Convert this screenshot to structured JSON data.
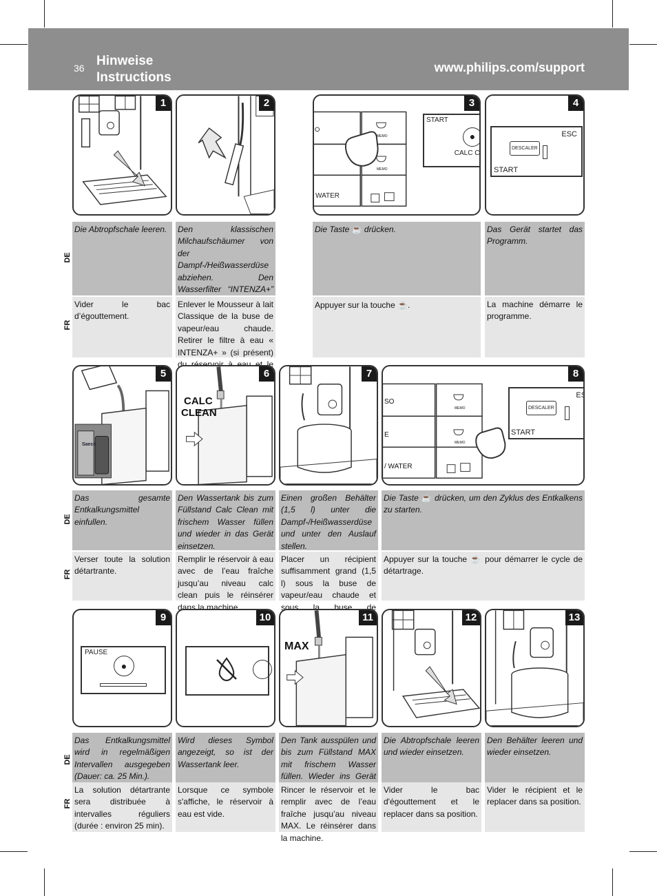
{
  "header": {
    "page_number": "36",
    "title_line1": "Hinweise",
    "title_line2": "Instructions",
    "url": "www.philips.com/support"
  },
  "languages": {
    "de": "DE",
    "fr": "FR"
  },
  "steps": {
    "s1": {
      "num": "1",
      "de": "Die Abtropfschale leeren.",
      "fr": "Vider le bac d’égouttement."
    },
    "s2": {
      "num": "2",
      "de": "Den klassischen Milchaufschäumer von der Dampf-/Heißwasserdüse abziehen. Den Wasserfilter “INTENZA+” (soweit vorhanden) aus dem Wassertank herausziehen und durch den kleinen weißen Original-Filter ersetzen.",
      "fr": "Enlever le Mousseur à lait Classique de la buse de vapeur/eau chaude. Retirer le filtre à eau « INTENZA+ » (si présent) du réservoir à eau et le remplacer avec le petit filtre blanc d'origine."
    },
    "s3": {
      "num": "3",
      "de_pre": "Die Taste",
      "de_post": "drücken.",
      "fr_pre": "Appuyer sur la touche",
      "fr_post": ".",
      "screen_start": "START",
      "screen_calc": "CALC CL",
      "water": "WATER",
      "memo": "MEMO"
    },
    "s4": {
      "num": "4",
      "de": "Das Gerät startet das Programm.",
      "fr": "La machine démarre le programme.",
      "esc": "ESC",
      "descaler": "DESCALER",
      "start": "START"
    },
    "s5": {
      "num": "5",
      "de": "Das gesamte Entkalkungsmittel einfullen.",
      "fr": "Verser toute la solution détartrante.",
      "brand": "Saeco"
    },
    "s6": {
      "num": "6",
      "de": "Den Wassertank bis zum Füllstand Calc Clean mit frischem Wasser füllen und wieder in das Gerät einsetzen.",
      "fr": "Remplir le réservoir à eau avec de l’eau fraîche jusqu’au niveau calc clean puis le réinsérer dans la machine.",
      "label1": "CALC",
      "label2": "CLEAN"
    },
    "s7": {
      "num": "7",
      "de": "Einen großen Behälter (1,5 l) unter die Dampf-/Heißwasserdüse und unter den Auslauf stellen.",
      "fr": "Placer un récipient suffisamment grand (1,5 l) sous la buse de vapeur/eau chaude et sous la buse de distribution."
    },
    "s8": {
      "num": "8",
      "de_pre": "Die Taste",
      "de_post": "drücken, um den Zyklus des Entkalkens zu starten.",
      "fr_pre": "Appuyer sur la touche",
      "fr_post": "pour démarrer le cycle de détartrage.",
      "so": "SO",
      "e": "E",
      "water": "/ WATER",
      "esc": "ESC",
      "descaler": "DESCALER",
      "start": "START",
      "memo": "MEMO"
    },
    "s9": {
      "num": "9",
      "de": "Das Entkalkungsmittel wird in regelmäßigen Intervallen ausgegeben (Dauer: ca. 25 Min.).",
      "fr": "La solution détartrante sera distribuée à intervalles réguliers (durée : environ 25 min).",
      "pause": "PAUSE"
    },
    "s10": {
      "num": "10",
      "de": "Wird dieses Symbol angezeigt, so ist der Wassertank leer.",
      "fr": "Lorsque ce symbole s'affiche, le réservoir à eau est vide."
    },
    "s11": {
      "num": "11",
      "de": "Den Tank ausspülen und bis zum Füllstand MAX mit frischem Wasser füllen. Wieder ins Gerät einsetzen.",
      "fr": "Rincer le réservoir et le remplir avec de l’eau fraîche jusqu’au niveau MAX. Le réinsérer dans la machine.",
      "label": "MAX"
    },
    "s12": {
      "num": "12",
      "de": "Die Abtropfschale leeren und wieder einsetzen.",
      "fr": "Vider le bac d'égouttement et le replacer dans sa position."
    },
    "s13": {
      "num": "13",
      "de": "Den Behälter leeren und wieder einsetzen.",
      "fr": "Vider le récipient et le replacer dans sa position."
    }
  }
}
